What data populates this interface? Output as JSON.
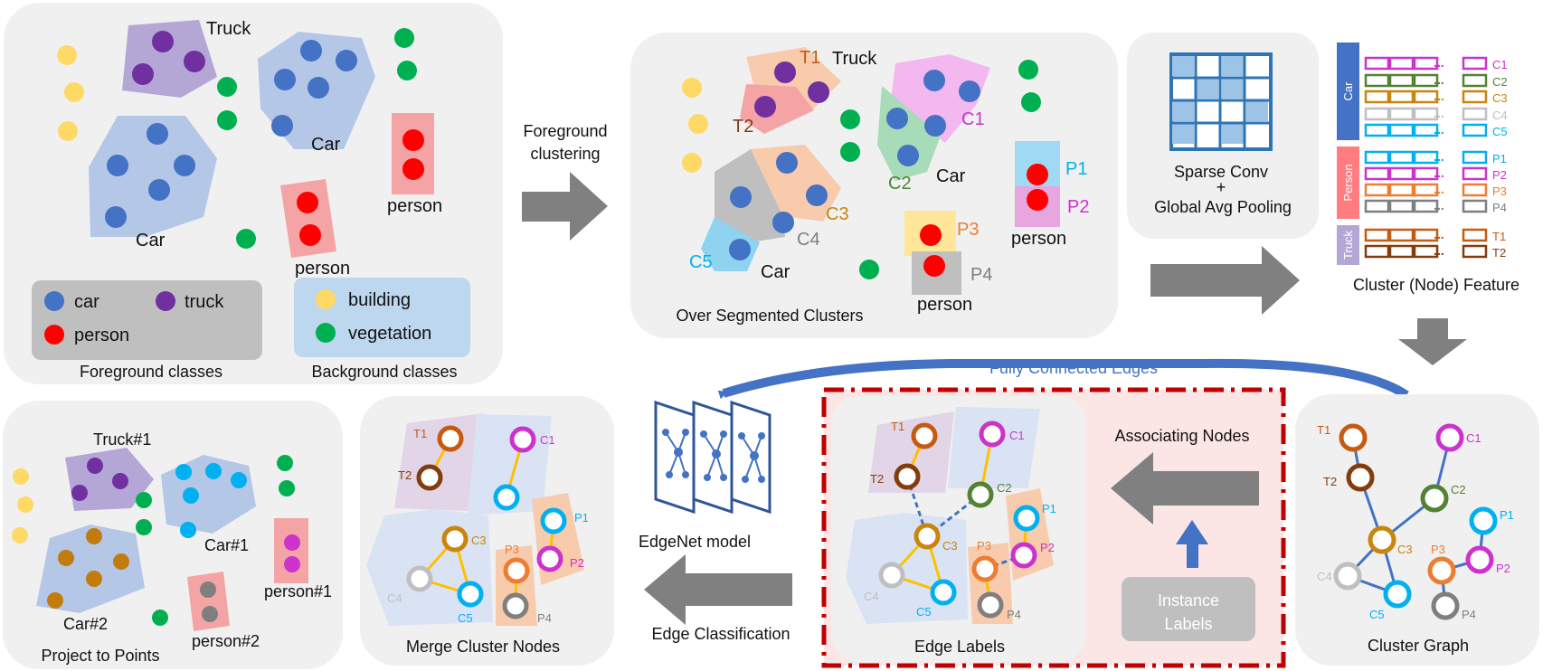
{
  "panel1": {
    "truck": "Truck",
    "car_top": "Car",
    "car_bottom": "Car",
    "person_a": "person",
    "person_b": "person",
    "legend": {
      "car": "car",
      "truck": "truck",
      "person": "person",
      "building": "building",
      "vegetation": "vegetation"
    },
    "fg_caption": "Foreground classes",
    "bg_caption": "Background classes"
  },
  "arrow1_label": [
    "Foreground",
    "clustering"
  ],
  "panel2": {
    "caption": "Over Segmented Clusters",
    "truck": "Truck",
    "t1": "T1",
    "t2": "T2",
    "c1": "C1",
    "c2": "C2",
    "c3": "C3",
    "c4": "C4",
    "c5": "C5",
    "car_a": "Car",
    "car_b": "Car",
    "p1": "P1",
    "p2": "P2",
    "p3": "P3",
    "p4": "P4",
    "person_a": "person",
    "person_b": "person"
  },
  "conv": {
    "line1": "Sparse Conv",
    "line2": "+",
    "line3": "Global Avg Pooling"
  },
  "features": {
    "caption": "Cluster (Node) Feature",
    "car_group": "Car",
    "person_group": "Person",
    "truck_group": "Truck",
    "rows": [
      "C1",
      "C2",
      "C3",
      "C4",
      "C5",
      "P1",
      "P2",
      "P3",
      "P4",
      "T1",
      "T2"
    ],
    "dots": "..."
  },
  "fully_connected": "Fully Connected Edges",
  "edgenet": "EdgeNet model",
  "edge_classification": "Edge Classification",
  "associating": "Associating Nodes",
  "instance_labels": [
    "Instance",
    "Labels"
  ],
  "graph_nodes": {
    "t1": "T1",
    "t2": "T2",
    "c1": "C1",
    "c2": "C2",
    "c3": "C3",
    "c4": "C4",
    "c5": "C5",
    "p1": "P1",
    "p2": "P2",
    "p3": "P3",
    "p4": "P4"
  },
  "captions": {
    "cluster_graph": "Cluster Graph",
    "edge_labels": "Edge Labels",
    "merge": "Merge Cluster Nodes",
    "project": "Project to Points"
  },
  "panel_project": {
    "truck": "Truck#1",
    "car1": "Car#1",
    "car2": "Car#2",
    "person1": "person#1",
    "person2": "person#2"
  },
  "colors": {
    "car": "#4472c4",
    "truck": "#7030a0",
    "person": "#ff0000",
    "building": "#ffd966",
    "vegetation": "#00b050",
    "T1": "#c55a11",
    "T2": "#843c0c",
    "C1": "#cc33cc",
    "C2": "#548235",
    "C3": "#c9850d",
    "C4": "#bfbfbf",
    "C5": "#00b0f0",
    "P1": "#00b0f0",
    "P2": "#cc33cc",
    "P3": "#ed7d31",
    "P4": "#7f7f7f",
    "frame": "#c00000",
    "arrow": "#808080",
    "blue_arrow": "#4472c4"
  }
}
